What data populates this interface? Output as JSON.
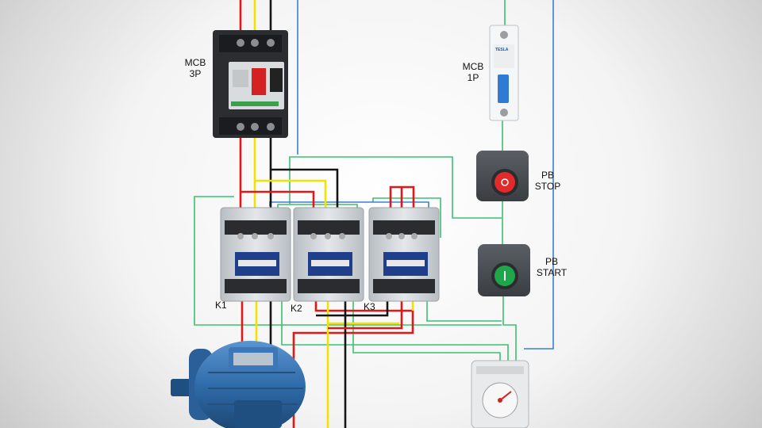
{
  "labels": {
    "mcb3p": {
      "line1": "MCB",
      "line2": "3P"
    },
    "mcb1p": {
      "line1": "MCB",
      "line2": "1P"
    },
    "pb_stop": {
      "line1": "PB",
      "line2": "STOP"
    },
    "pb_start": {
      "line1": "PB",
      "line2": "START"
    },
    "k1": "K1",
    "k2": "K2",
    "k3": "K3"
  },
  "devices": {
    "mcb1p_brand": "TESLA",
    "timer_icon": "timer-dial-icon",
    "motor_icon": "three-phase-motor-icon"
  },
  "colors": {
    "red": "#e01818",
    "yellow": "#f2e200",
    "black": "#151515",
    "blue": "#3a7fd5",
    "green": "#3cc070",
    "contactor_body": "#cfd3d8",
    "button_housing": "#4a4e53",
    "motor_body": "#2f6fb0"
  }
}
